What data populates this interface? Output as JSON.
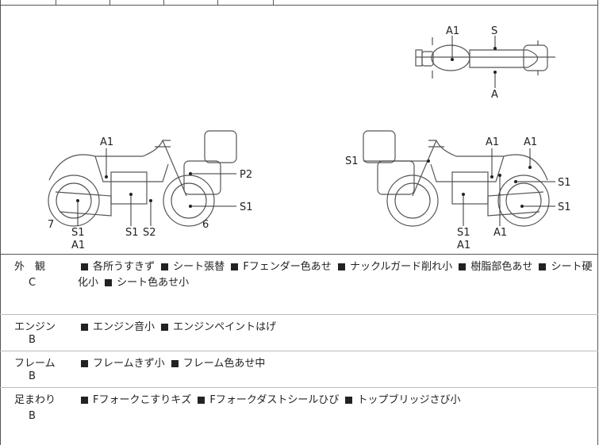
{
  "diagram": {
    "top_view": {
      "labels": [
        "A1",
        "S",
        "A"
      ]
    },
    "left_view": {
      "labels": [
        "A1",
        "P2",
        "S1",
        "7",
        "S1",
        "A1",
        "S1",
        "S2",
        "6"
      ]
    },
    "right_view": {
      "labels": [
        "S1",
        "A1",
        "A1",
        "S1",
        "S1",
        "S1",
        "A1",
        "A1"
      ]
    }
  },
  "sections": [
    {
      "head": "外　観",
      "grade": "C",
      "items": [
        "各所うすきず",
        "シート張替",
        "Fフェンダー色あせ",
        "ナックルガード削れ小",
        "樹脂部色あせ",
        "シート硬化小",
        "シート色あせ小"
      ]
    },
    {
      "head": "エンジン",
      "grade": "B",
      "items": [
        "エンジン音小",
        "エンジンペイントはげ"
      ]
    },
    {
      "head": "フレーム",
      "grade": "B",
      "items": [
        "フレームきず小",
        "フレーム色あせ中"
      ]
    },
    {
      "head": "足まわり",
      "grade": "B",
      "items": [
        "Fフォークこすりキズ",
        "Fフォークダストシールひび",
        "トップブリッジさび小"
      ]
    }
  ]
}
